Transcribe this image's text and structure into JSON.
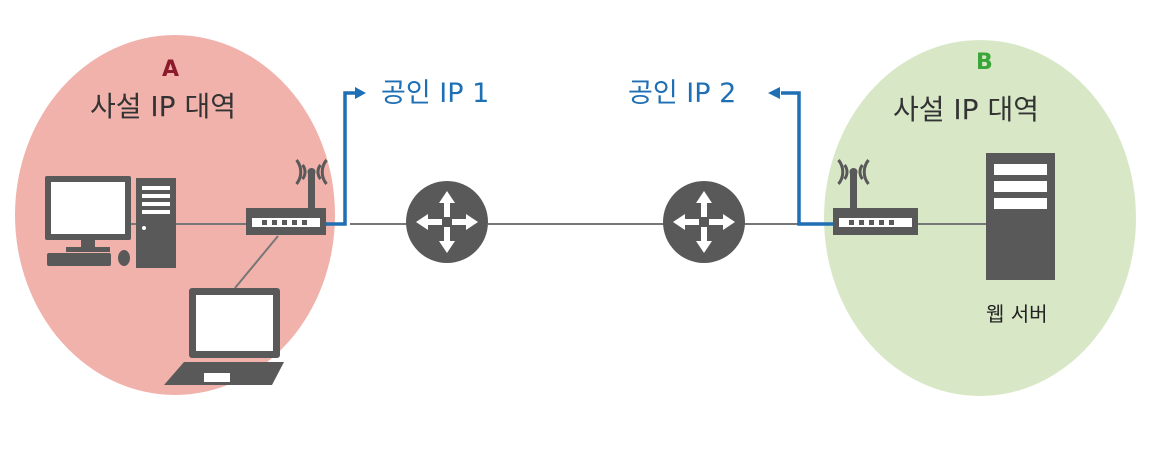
{
  "colors": {
    "zone_a_fill": "#f0b2ab",
    "zone_b_fill": "#d8e8c7",
    "letter_a": "#8b1a2b",
    "letter_b": "#3aa63a",
    "public_ip_link": "#1f6fb5",
    "device": "#595959",
    "wire": "#777777"
  },
  "zone_a": {
    "letter": "A",
    "label": "사설 IP 대역"
  },
  "zone_b": {
    "letter": "B",
    "label": "사설 IP 대역",
    "server_caption": "웹 서버"
  },
  "public_ip": {
    "left": "공인 IP 1",
    "right": "공인 IP 2"
  },
  "icons": [
    "desktop-computer-icon",
    "laptop-icon",
    "wifi-router-icon",
    "network-router-icon",
    "server-tower-icon"
  ]
}
